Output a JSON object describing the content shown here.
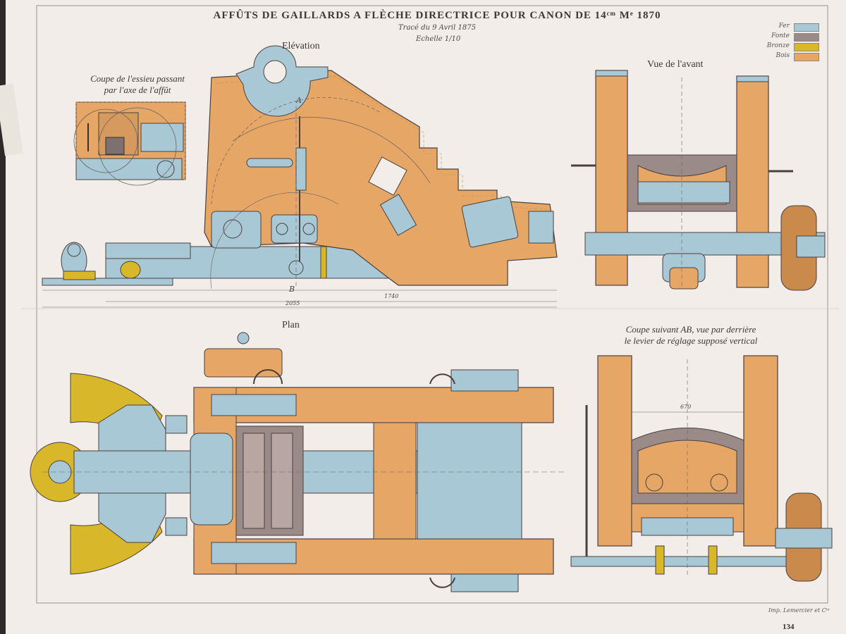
{
  "title": "AFFÛTS DE GAILLARDS A FLÈCHE DIRECTRICE POUR CANON DE 14ᶜᵐ Mᵉ 1870",
  "traced": "Tracé du 9 Avril 1875",
  "scale": "Echelle 1/10",
  "views": {
    "elevation": "Elévation",
    "front": "Vue de l'avant",
    "plan": "Plan",
    "axle_section": [
      "Coupe de l'essieu passant",
      "par l'axe de l'affût"
    ],
    "section_ab": [
      "Coupe suivant AB, vue par derrière",
      "le levier de réglage supposé vertical"
    ]
  },
  "legend": [
    {
      "name": "Fer",
      "color": "#a9c8d6"
    },
    {
      "name": "Fonte",
      "color": "#9a8a88"
    },
    {
      "name": "Bronze",
      "color": "#d8b82a"
    },
    {
      "name": "Bois",
      "color": "#e6a766"
    }
  ],
  "marks": {
    "a": "A",
    "b": "B"
  },
  "dimensions": {
    "overall": "2055",
    "middle": "1740",
    "width": "670"
  },
  "printer": "Imp. Lemercier et Cⁱᵉ",
  "page_number": "134",
  "colors": {
    "paper": "#f2ede9",
    "iron": "#a9c8d6",
    "iron_dark": "#7f9eab",
    "cast": "#9a8a88",
    "bronze": "#d8b82a",
    "wood": "#e6a766",
    "wood_dark": "#c98a4c",
    "line": "#4a4040"
  }
}
